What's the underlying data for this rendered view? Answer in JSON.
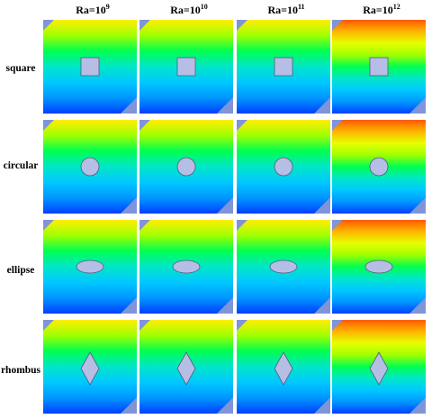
{
  "columns": [
    {
      "base": "Ra=10",
      "exp": "9",
      "variant": "g0"
    },
    {
      "base": "Ra=10",
      "exp": "10",
      "variant": "g1"
    },
    {
      "base": "Ra=10",
      "exp": "11",
      "variant": "g2"
    },
    {
      "base": "Ra=10",
      "exp": "12",
      "variant": "g3"
    }
  ],
  "rows": [
    {
      "label": "square",
      "shape": "square"
    },
    {
      "label": "circular",
      "shape": "circle"
    },
    {
      "label": "ellipse",
      "shape": "ellipse"
    },
    {
      "label": "rhombus",
      "shape": "rhombus"
    }
  ],
  "colors": {
    "background_corner": "#7f95d8",
    "obstacle_fill": "#b7bee6",
    "obstacle_stroke": "#555a80",
    "gradient_stops": [
      "#ffee00",
      "#a0ff00",
      "#00ff50",
      "#00e6c8",
      "#00c8ff",
      "#0096ff",
      "#0040ff"
    ],
    "hot_top_stops": [
      "#ff5a00",
      "#ffb400",
      "#e6ff00"
    ]
  }
}
